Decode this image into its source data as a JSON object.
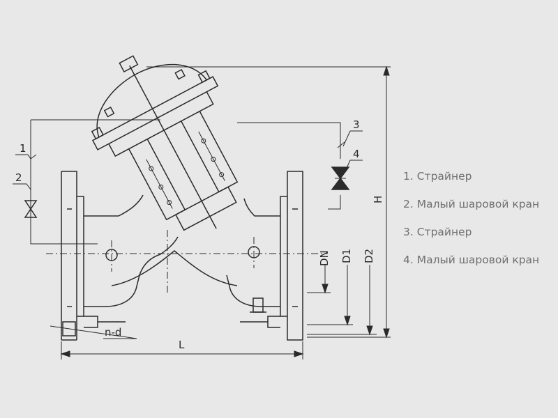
{
  "diagram": {
    "callouts": [
      {
        "id": "c1",
        "text": "1"
      },
      {
        "id": "c2",
        "text": "2"
      },
      {
        "id": "c3",
        "text": "3"
      },
      {
        "id": "c4",
        "text": "4"
      }
    ],
    "dimensions": {
      "length": "L",
      "height": "H",
      "nominal_diameter": "DN",
      "d1": "D1",
      "d2": "D2",
      "bolt_holes": "n-d"
    }
  },
  "legend": {
    "items": [
      "1. Стрaйнер",
      "2. Малый шаровой кран",
      "3. Стрaйнер",
      "4. Малый шаровой кран"
    ]
  }
}
